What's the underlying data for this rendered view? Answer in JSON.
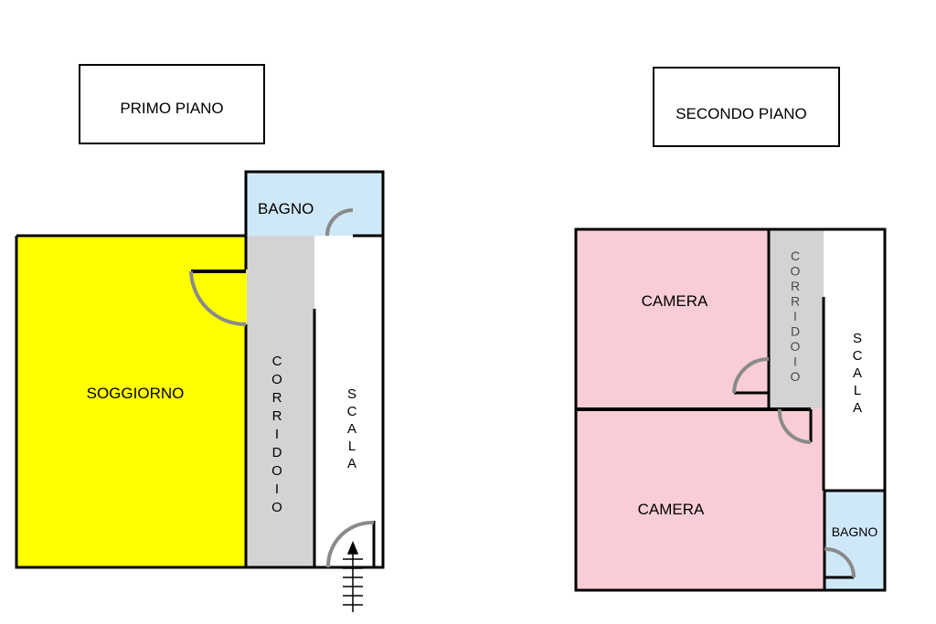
{
  "floors": {
    "first": {
      "title": "PRIMO PIANO",
      "rooms": {
        "soggiorno": "SOGGIORNO",
        "bagno": "BAGNO",
        "corridoio": "CORRIDOIO",
        "scala": "SCALA"
      }
    },
    "second": {
      "title": "SECONDO PIANO",
      "rooms": {
        "camera_top": "CAMERA",
        "camera_bottom": "CAMERA",
        "corridoio": "CORRIDOIO",
        "scala": "SCALA",
        "bagno": "BAGNO"
      }
    }
  },
  "colors": {
    "living": "#ffff00",
    "bath": "#cfe8f8",
    "corridor": "#d3d3d3",
    "bedroom": "#f9cdd5",
    "stair": "#ffffff",
    "wall": "#000000"
  }
}
